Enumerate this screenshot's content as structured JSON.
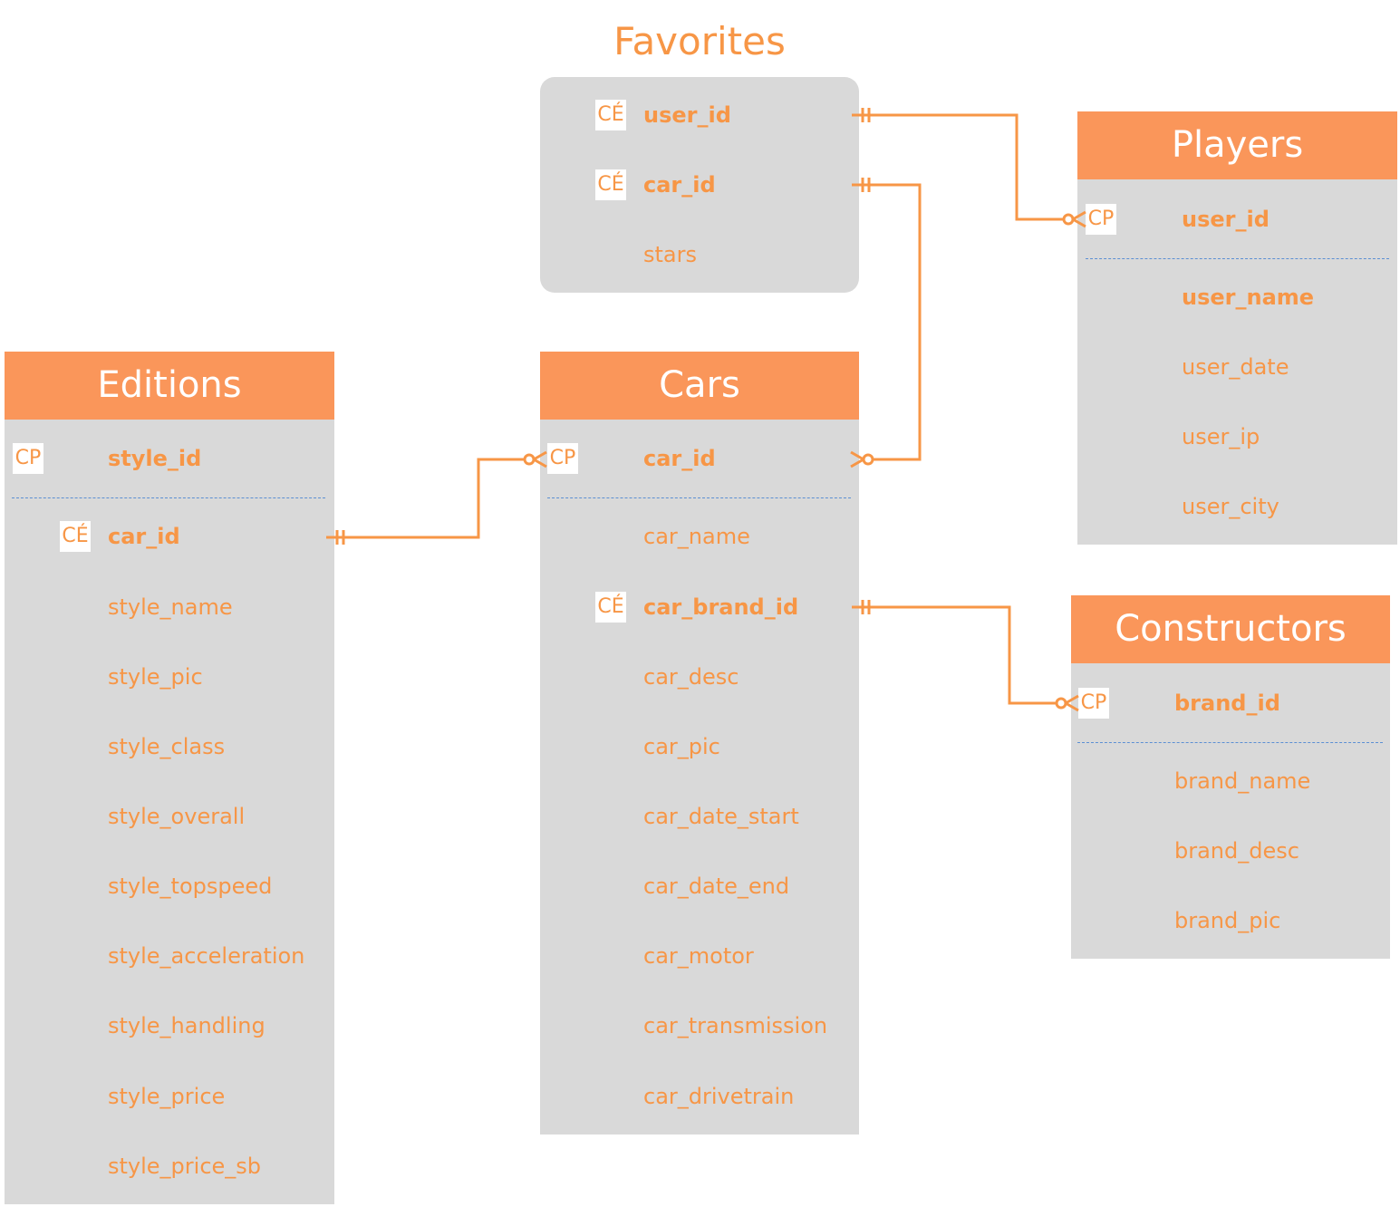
{
  "favorites": {
    "title": "Favorites",
    "fields": [
      {
        "badge": "CÉ",
        "name": "user_id"
      },
      {
        "badge": "CÉ",
        "name": "car_id"
      },
      {
        "badge": "",
        "name": "stars"
      }
    ]
  },
  "players": {
    "title": "Players",
    "fields": [
      {
        "badge": "CP",
        "name": "user_id"
      },
      {
        "badge": "",
        "name": "user_name"
      },
      {
        "badge": "",
        "name": "user_date"
      },
      {
        "badge": "",
        "name": "user_ip"
      },
      {
        "badge": "",
        "name": "user_city"
      }
    ]
  },
  "editions": {
    "title": "Editions",
    "fields": [
      {
        "badge": "CP",
        "name": "style_id"
      },
      {
        "badge": "CÉ",
        "name": "car_id"
      },
      {
        "badge": "",
        "name": "style_name"
      },
      {
        "badge": "",
        "name": "style_pic"
      },
      {
        "badge": "",
        "name": "style_class"
      },
      {
        "badge": "",
        "name": "style_overall"
      },
      {
        "badge": "",
        "name": "style_topspeed"
      },
      {
        "badge": "",
        "name": "style_acceleration"
      },
      {
        "badge": "",
        "name": "style_handling"
      },
      {
        "badge": "",
        "name": "style_price"
      },
      {
        "badge": "",
        "name": "style_price_sb"
      }
    ]
  },
  "cars": {
    "title": "Cars",
    "fields": [
      {
        "badge": "CP",
        "name": "car_id"
      },
      {
        "badge": "",
        "name": "car_name"
      },
      {
        "badge": "CÉ",
        "name": "car_brand_id"
      },
      {
        "badge": "",
        "name": "car_desc"
      },
      {
        "badge": "",
        "name": "car_pic"
      },
      {
        "badge": "",
        "name": "car_date_start"
      },
      {
        "badge": "",
        "name": "car_date_end"
      },
      {
        "badge": "",
        "name": "car_motor"
      },
      {
        "badge": "",
        "name": "car_transmission"
      },
      {
        "badge": "",
        "name": "car_drivetrain"
      }
    ]
  },
  "constructors": {
    "title": "Constructors",
    "fields": [
      {
        "badge": "CP",
        "name": "brand_id"
      },
      {
        "badge": "",
        "name": "brand_name"
      },
      {
        "badge": "",
        "name": "brand_desc"
      },
      {
        "badge": "",
        "name": "brand_pic"
      }
    ]
  },
  "colors": {
    "header": "#fa965a",
    "text": "#f79646",
    "body": "#d9d9d9",
    "separator": "#5b8fd3"
  }
}
